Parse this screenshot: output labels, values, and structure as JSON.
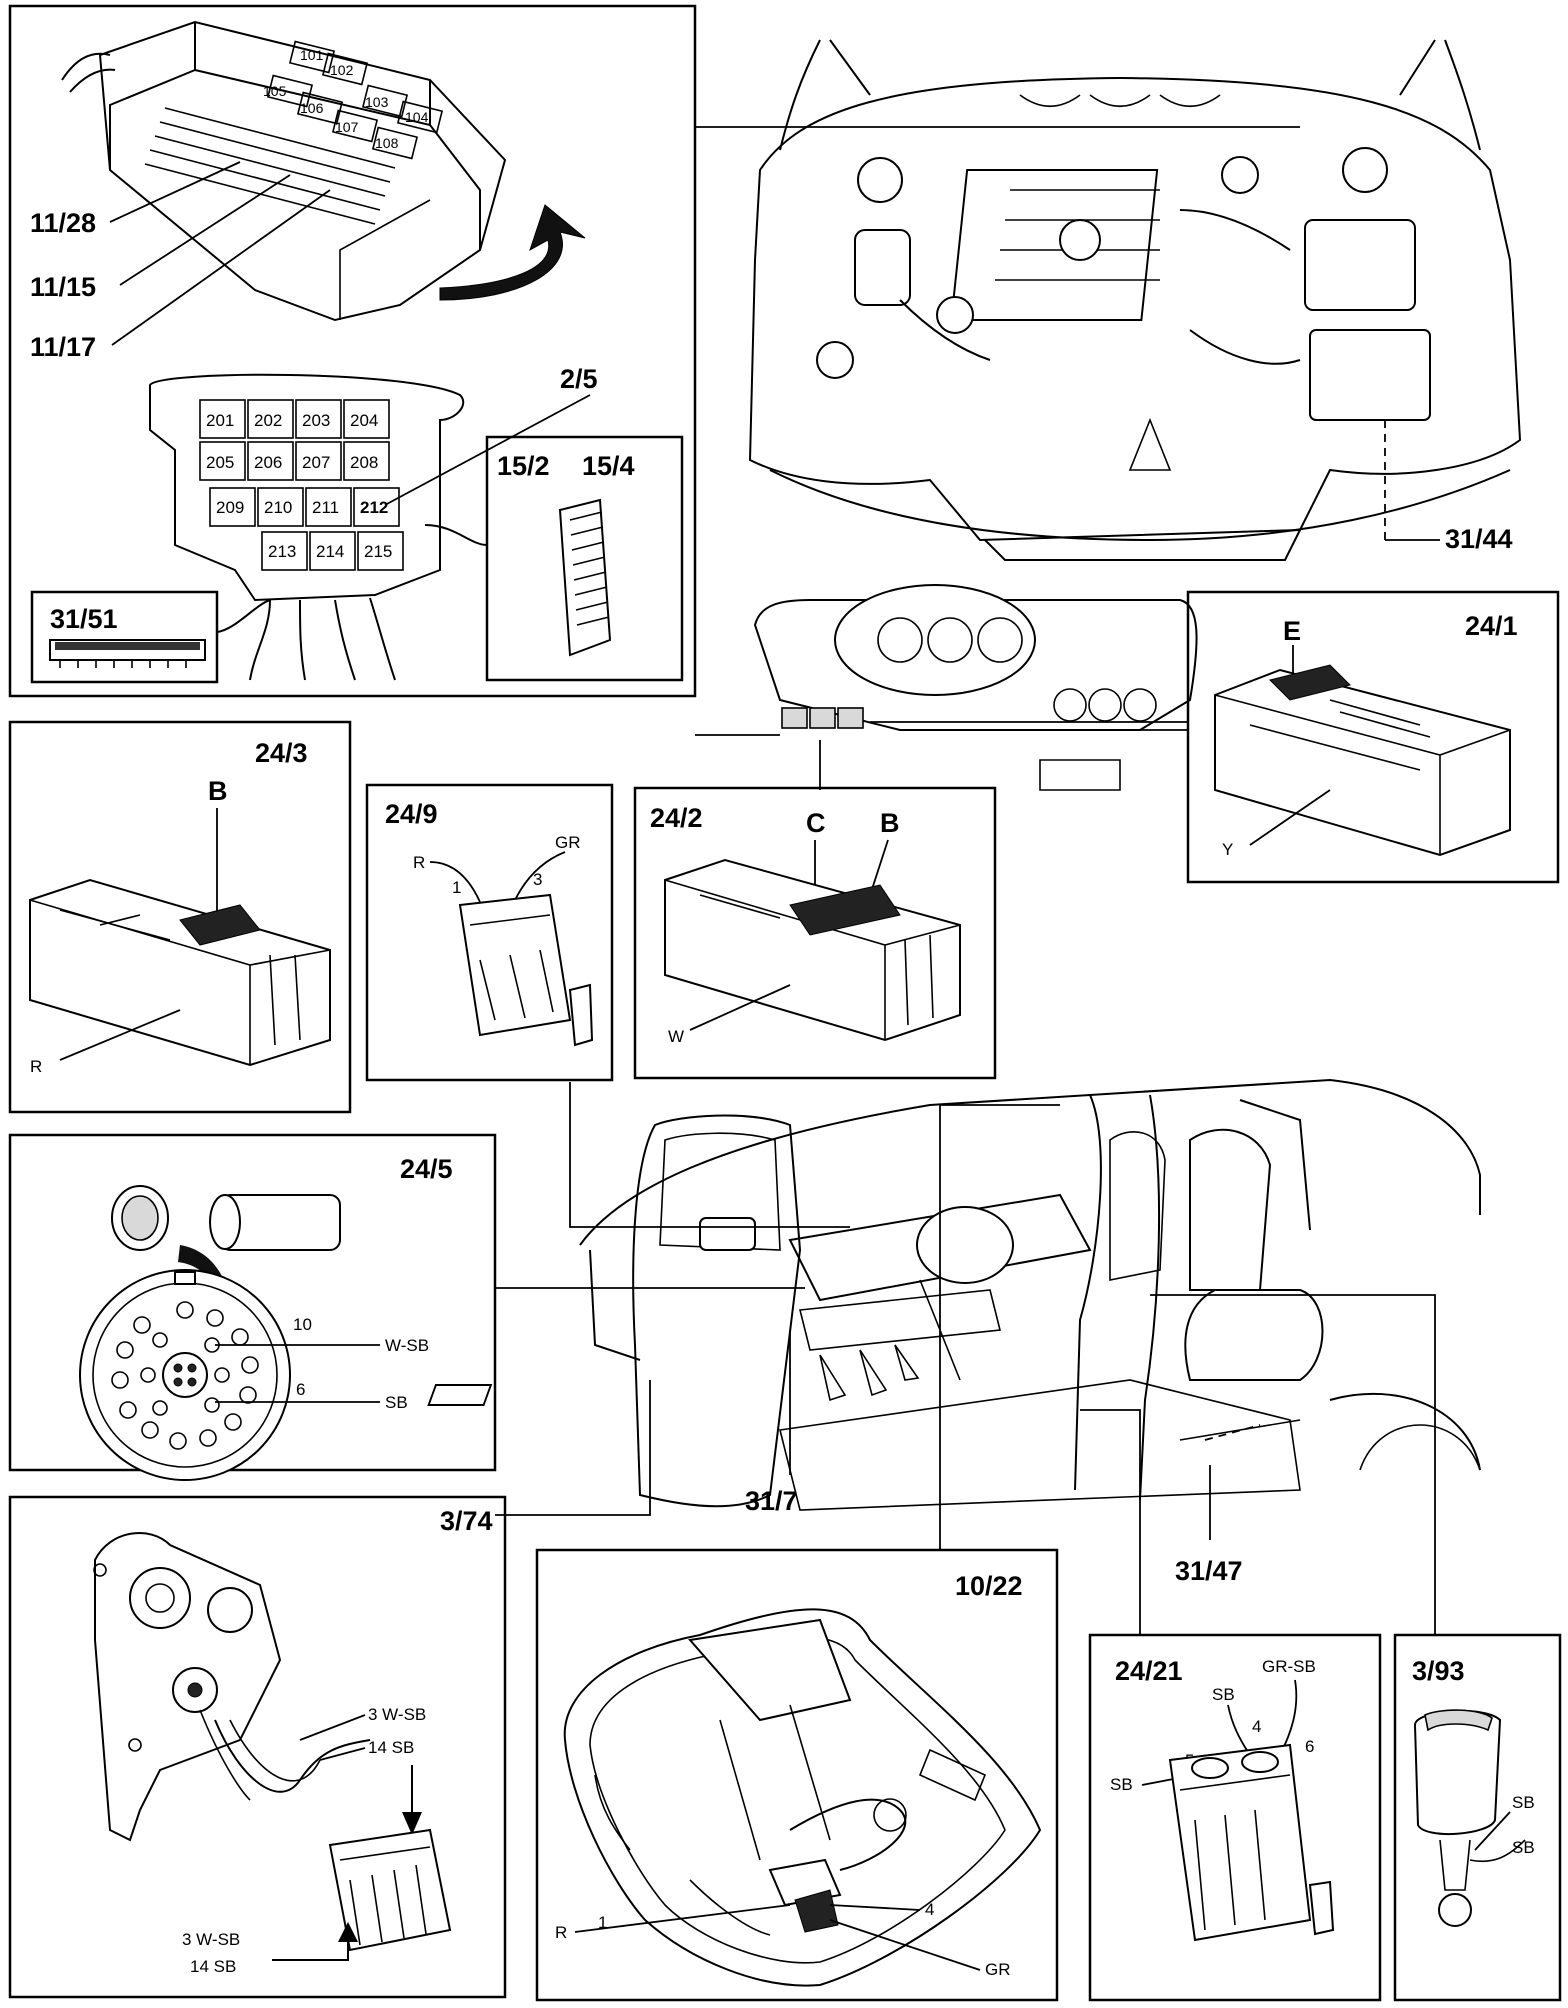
{
  "callouts": {
    "relay_box": "2/5",
    "connector_15_2": "15/2",
    "connector_15_4": "15/4",
    "connector_31_51": "31/51",
    "ground_31_44": "31/44",
    "fuse_11_28": "11/28",
    "fuse_11_15": "11/15",
    "fuse_11_17": "11/17",
    "conn_24_1": "24/1",
    "conn_24_3": "24/3",
    "conn_24_9": "24/9",
    "conn_24_2": "24/2",
    "conn_24_5": "24/5",
    "switch_3_74": "3/74",
    "ground_31_7": "31/7",
    "seat_10_22": "10/22",
    "ground_31_47": "31/47",
    "conn_24_21": "24/21",
    "buckle_3_93": "3/93"
  },
  "relay_positions_top": [
    "101",
    "102",
    "103",
    "104",
    "105",
    "106",
    "107",
    "108"
  ],
  "relay_positions_lower": [
    "201",
    "202",
    "203",
    "204",
    "205",
    "206",
    "207",
    "208",
    "209",
    "210",
    "211",
    "212",
    "213",
    "214",
    "215"
  ],
  "connector_letters": {
    "c24_1": "E",
    "c24_3": "B",
    "c24_2_c": "C",
    "c24_2_b": "B"
  },
  "connector_colors": {
    "c24_1": "Y",
    "c24_3": "R",
    "c24_2": "W"
  },
  "c24_9": {
    "wire1_color": "R",
    "wire1_pin": "1",
    "wire3_color": "GR",
    "wire3_pin": "3"
  },
  "c24_5": {
    "pin10_label": "10",
    "pin10_color": "W-SB",
    "pin6_label": "6",
    "pin6_color": "SB"
  },
  "c3_74": {
    "lead_a": "3 W-SB",
    "lead_b": "14 SB",
    "bottom_a": "3 W-SB",
    "bottom_b": "14 SB"
  },
  "c10_22": {
    "wire_r": "R",
    "pin1": "1",
    "pin4": "4",
    "wire_gr": "GR"
  },
  "c24_21": {
    "gr_sb": "GR-SB",
    "sb_top": "SB",
    "pin4": "4",
    "pin5": "5",
    "pin6": "6",
    "sb_left": "SB"
  },
  "c3_93": {
    "sb_a": "SB",
    "sb_b": "SB"
  }
}
